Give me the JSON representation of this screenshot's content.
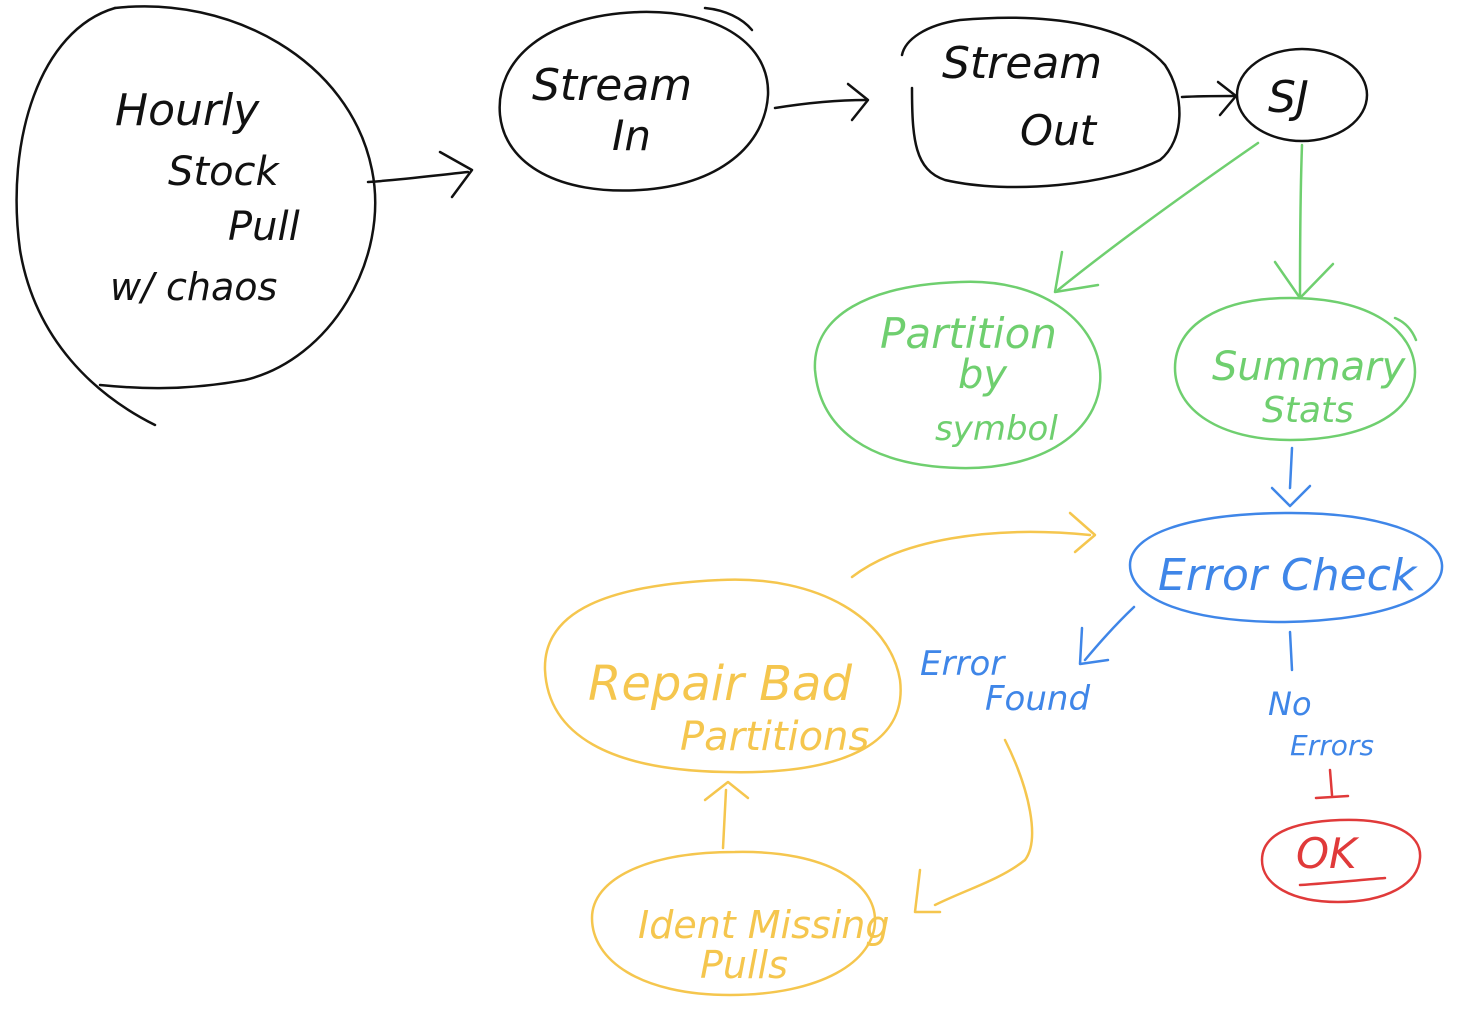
{
  "colors": {
    "black": "#111111",
    "green": "#6fcf6f",
    "blue": "#3f86e8",
    "yellow": "#f5c64e",
    "red": "#e03a3a"
  },
  "nodes": {
    "hourly": {
      "l1": "Hourly",
      "l2": "Stock",
      "l3": "Pull",
      "l4": "w/ chaos"
    },
    "stream_in": {
      "l1": "Stream",
      "l2": "In"
    },
    "stream_out": {
      "l1": "Stream",
      "l2": "Out"
    },
    "sj": {
      "l1": "SJ"
    },
    "partition": {
      "l1": "Partition",
      "l2": "by",
      "l3": "symbol"
    },
    "summary": {
      "l1": "Summary",
      "l2": "Stats"
    },
    "error_check": {
      "l1": "Error Check"
    },
    "repair": {
      "l1": "Repair Bad",
      "l2": "Partitions"
    },
    "ident": {
      "l1": "Ident Missing",
      "l2": "Pulls"
    },
    "ok": {
      "l1": "OK"
    }
  },
  "edge_labels": {
    "error_found": {
      "l1": "Error",
      "l2": "Found"
    },
    "no_errors": {
      "l1": "No",
      "l2": "Errors"
    }
  }
}
